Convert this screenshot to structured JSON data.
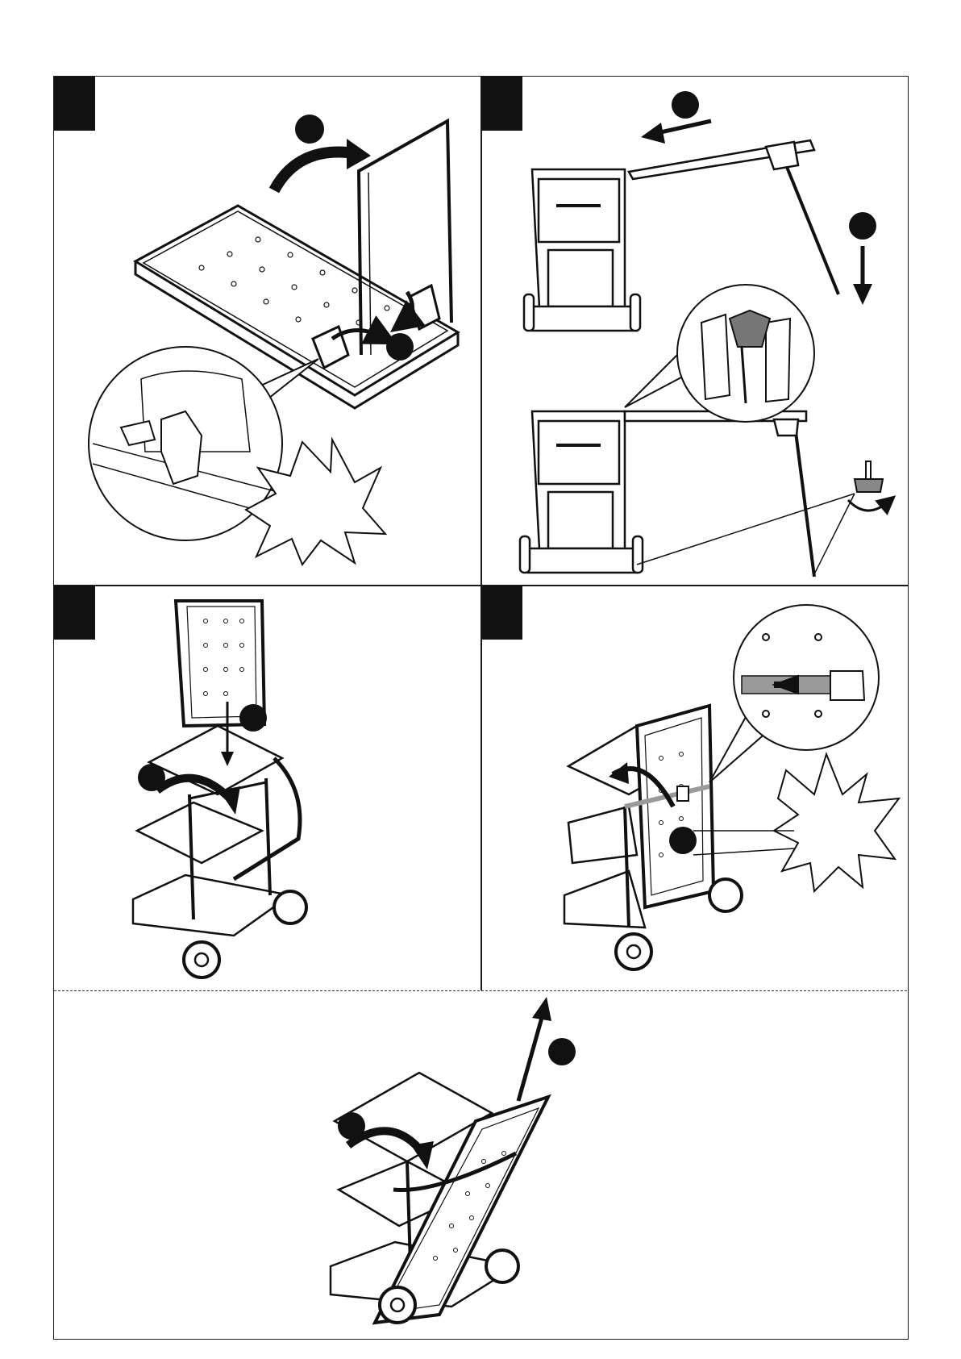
{
  "page": {
    "colors": {
      "ink": "#111111",
      "paper": "#ffffff",
      "strap": "#9a9a9a"
    },
    "panels": [
      {
        "id": "panel-1",
        "step_tab": ""
      },
      {
        "id": "panel-2",
        "step_tab": ""
      },
      {
        "id": "panel-3",
        "step_tab": ""
      },
      {
        "id": "panel-4",
        "step_tab": ""
      },
      {
        "id": "panel-5",
        "step_tab": ""
      }
    ],
    "icons": [
      "curved-arrow-icon",
      "rotate-arrow-icon",
      "straight-arrow-icon",
      "click-burst-icon",
      "magnifier-callout-icon",
      "leveling-foot-icon",
      "buckle-icon"
    ]
  }
}
